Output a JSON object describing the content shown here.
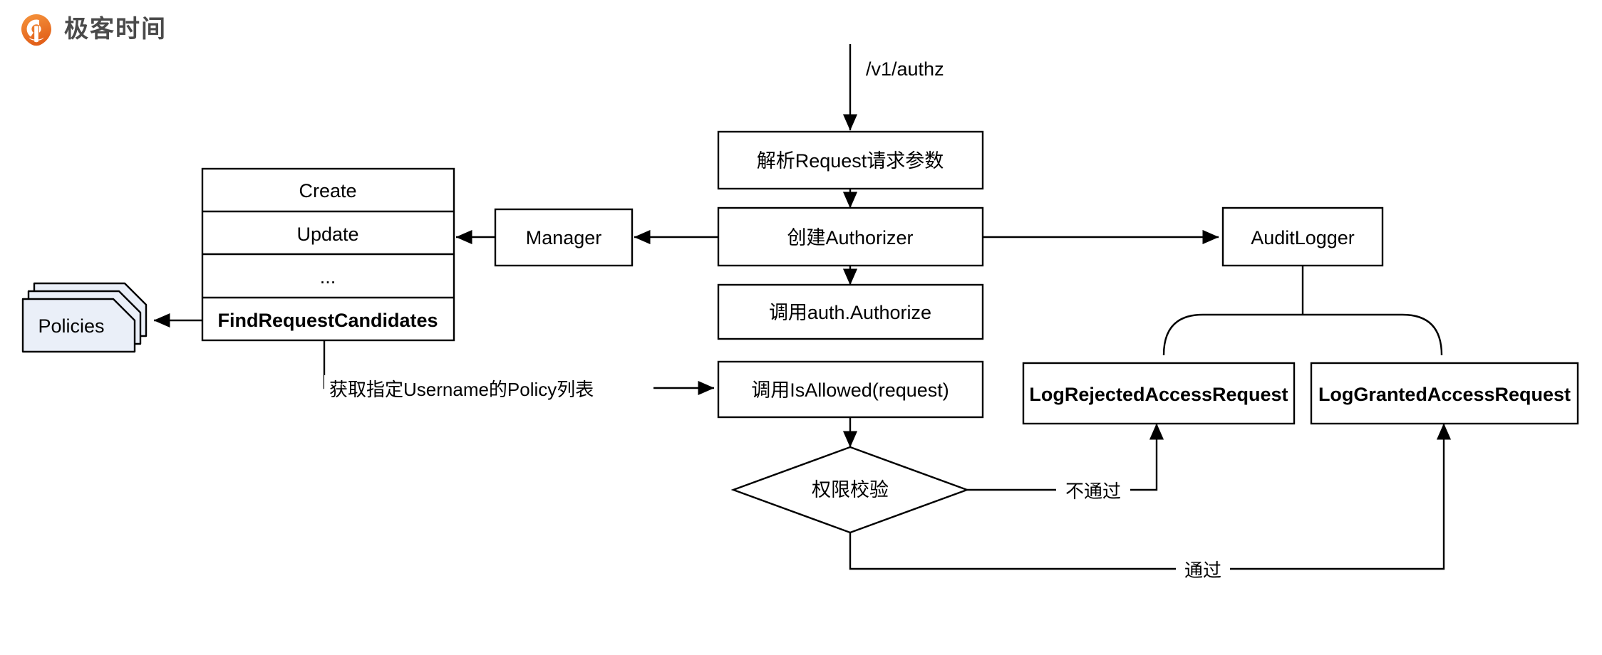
{
  "brand": {
    "name": "极客时间",
    "logo_icon": "geektime-logo-icon",
    "logo_color_start": "#f5903a",
    "logo_color_end": "#e3601a"
  },
  "diagram": {
    "title": "IAM authz request flow",
    "type": "flowchart",
    "colors": {
      "stroke": "#000000",
      "node_fill": "#ffffff",
      "datastore_fill": "#eaeff8",
      "text": "#000000"
    },
    "entry_label": "/v1/authz",
    "nodes": {
      "parse_request": "解析Request请求参数",
      "create_authorizer": "创建Authorizer",
      "call_authorize": "调用auth.Authorize",
      "call_isallowed": "调用IsAllowed(request)",
      "decision": "权限校验",
      "manager": "Manager",
      "policies": "Policies",
      "audit_logger": "AuditLogger",
      "log_rejected": "LogRejectedAccessRequest",
      "log_granted": "LogGrantedAccessRequest"
    },
    "method_table": {
      "rows": [
        {
          "label": "Create",
          "bold": false
        },
        {
          "label": "Update",
          "bold": false
        },
        {
          "label": "...",
          "bold": false
        },
        {
          "label": "FindRequestCandidates",
          "bold": true
        }
      ]
    },
    "edge_labels": {
      "get_policies": "获取指定Username的Policy列表",
      "rejected": "不通过",
      "granted": "通过"
    }
  }
}
